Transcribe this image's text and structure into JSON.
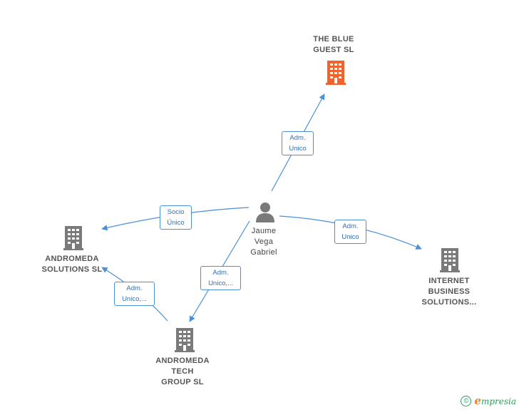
{
  "nodes": {
    "the_blue_guest": {
      "lines": [
        "THE BLUE",
        "GUEST  SL"
      ],
      "color": "#f0622e"
    },
    "jaume_vega": {
      "lines": [
        "Jaume",
        "Vega",
        "Gabriel"
      ],
      "color": "#7a7a7a"
    },
    "andromeda_solutions": {
      "lines": [
        "ANDROMEDA",
        "SOLUTIONS SL"
      ],
      "color": "#7a7a7a"
    },
    "internet_business": {
      "lines": [
        "INTERNET",
        "BUSINESS",
        "SOLUTIONS..."
      ],
      "color": "#7a7a7a"
    },
    "andromeda_tech": {
      "lines": [
        "ANDROMEDA",
        "TECH",
        "GROUP  SL"
      ],
      "color": "#7a7a7a"
    }
  },
  "edges": {
    "to_blue_guest": {
      "lines": [
        "Adm.",
        "Unico"
      ]
    },
    "to_andromeda_solutions": {
      "lines": [
        "Socio",
        "Único"
      ]
    },
    "to_internet_business": {
      "lines": [
        "Adm.",
        "Unico"
      ]
    },
    "to_andromeda_tech": {
      "lines": [
        "Adm.",
        "Unico,..."
      ]
    },
    "tech_to_solutions": {
      "lines": [
        "Adm.",
        "Unico,..."
      ]
    }
  },
  "colors": {
    "edge": "#4a90d9",
    "company_highlight": "#f0622e",
    "company": "#7a7a7a",
    "person": "#7a7a7a"
  },
  "footer": {
    "copyright_symbol": "©",
    "brand_initial": "e",
    "brand_rest": "mpresia"
  }
}
